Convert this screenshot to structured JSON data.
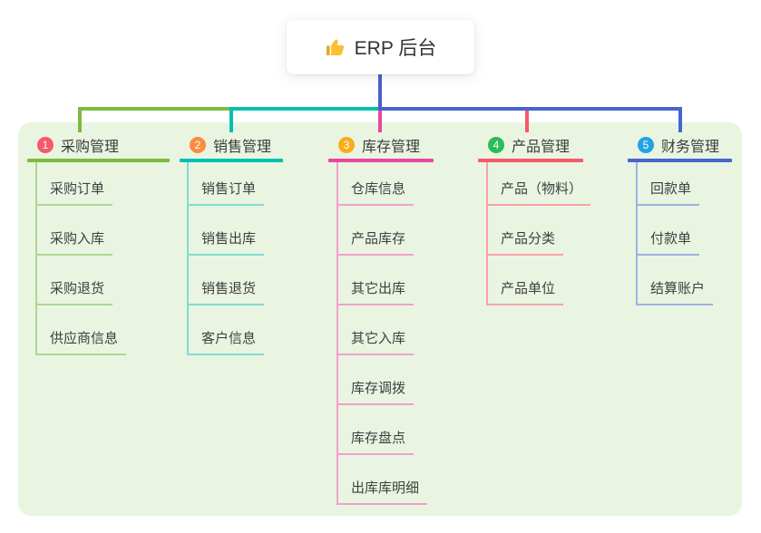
{
  "root": {
    "title": "ERP 后台",
    "icon": "thumbs-up"
  },
  "colors": {
    "canvas_bg": "#ffffff",
    "panel_bg": "#e9f5e1",
    "root_connector": "#4d5fc7",
    "text": "#3c3c3c",
    "root_icon": "#fbc02d"
  },
  "branches": [
    {
      "num": "1",
      "label": "采购管理",
      "badge_color": "#f5596b",
      "line_color": "#7cbb3f",
      "item_line_color": "#aed690",
      "items": [
        "采购订单",
        "采购入库",
        "采购退货",
        "供应商信息"
      ]
    },
    {
      "num": "2",
      "label": "销售管理",
      "badge_color": "#fb8c40",
      "line_color": "#00c0b2",
      "item_line_color": "#7fdcd2",
      "items": [
        "销售订单",
        "销售出库",
        "销售退货",
        "客户信息"
      ]
    },
    {
      "num": "3",
      "label": "库存管理",
      "badge_color": "#fbab1d",
      "line_color": "#e9489f",
      "item_line_color": "#f3a0cb",
      "items": [
        "仓库信息",
        "产品库存",
        "其它出库",
        "其它入库",
        "库存调拨",
        "库存盘点",
        "出库库明细"
      ]
    },
    {
      "num": "4",
      "label": "产品管理",
      "badge_color": "#2abd57",
      "line_color": "#f55a68",
      "item_line_color": "#f9a2a7",
      "items": [
        "产品（物料）",
        "产品分类",
        "产品单位"
      ]
    },
    {
      "num": "5",
      "label": "财务管理",
      "badge_color": "#22a3e2",
      "line_color": "#4565cf",
      "item_line_color": "#9fb0e4",
      "items": [
        "回款单",
        "付款单",
        "结算账户"
      ]
    }
  ]
}
